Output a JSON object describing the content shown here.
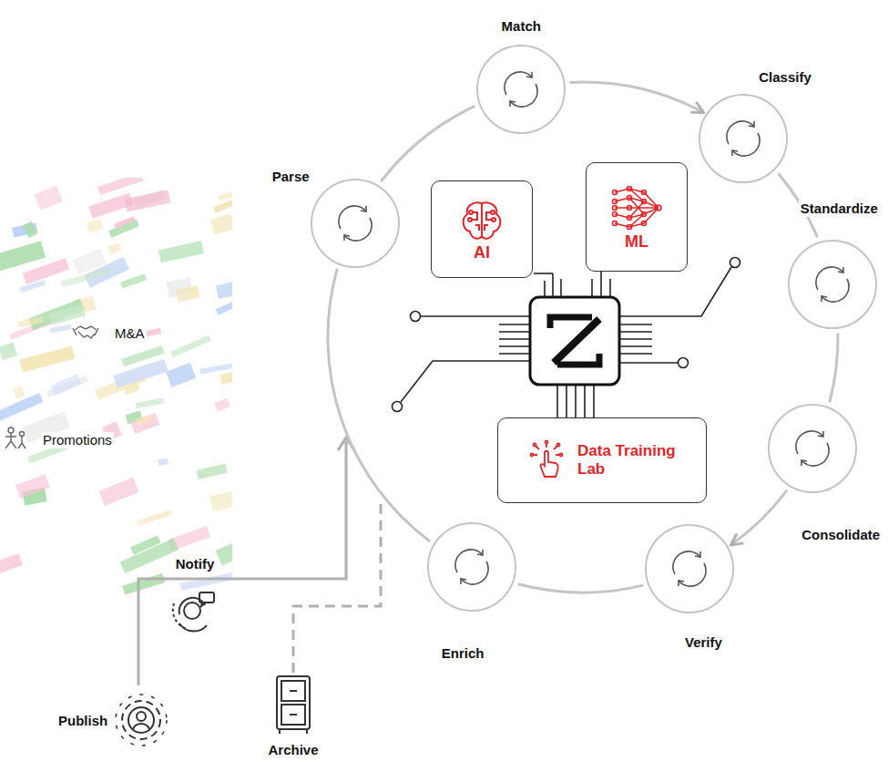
{
  "diagram": {
    "nodes": [
      {
        "text": [
          "Parse"
        ]
      },
      {
        "text": [
          "Match"
        ]
      },
      {
        "text": [
          "Classify"
        ]
      },
      {
        "text": [
          "Standardize"
        ]
      },
      {
        "text": [
          "Consolidate"
        ]
      },
      {
        "text": [
          "Verify"
        ]
      },
      {
        "text": [
          "Enrich"
        ]
      },
      {
        "text": [
          "AI"
        ]
      },
      {
        "text": [
          "ML"
        ]
      },
      {
        "text": [
          "Data Training Lab"
        ]
      }
    ],
    "edges": [
      {
        "from": 0,
        "to": 1,
        "arrow": "none"
      },
      {
        "from": 1,
        "to": 2,
        "arrow": "to"
      },
      {
        "from": 2,
        "to": 3,
        "arrow": "none"
      },
      {
        "from": 3,
        "to": 4,
        "arrow": "none"
      },
      {
        "from": 4,
        "to": 5,
        "arrow": "to"
      },
      {
        "from": 5,
        "to": 6,
        "arrow": "none"
      },
      {
        "from": 6,
        "to": 0,
        "arrow": "none"
      }
    ],
    "labels": [
      "M&A",
      "Promotions",
      "Notify",
      "Publish",
      "Archive"
    ]
  }
}
